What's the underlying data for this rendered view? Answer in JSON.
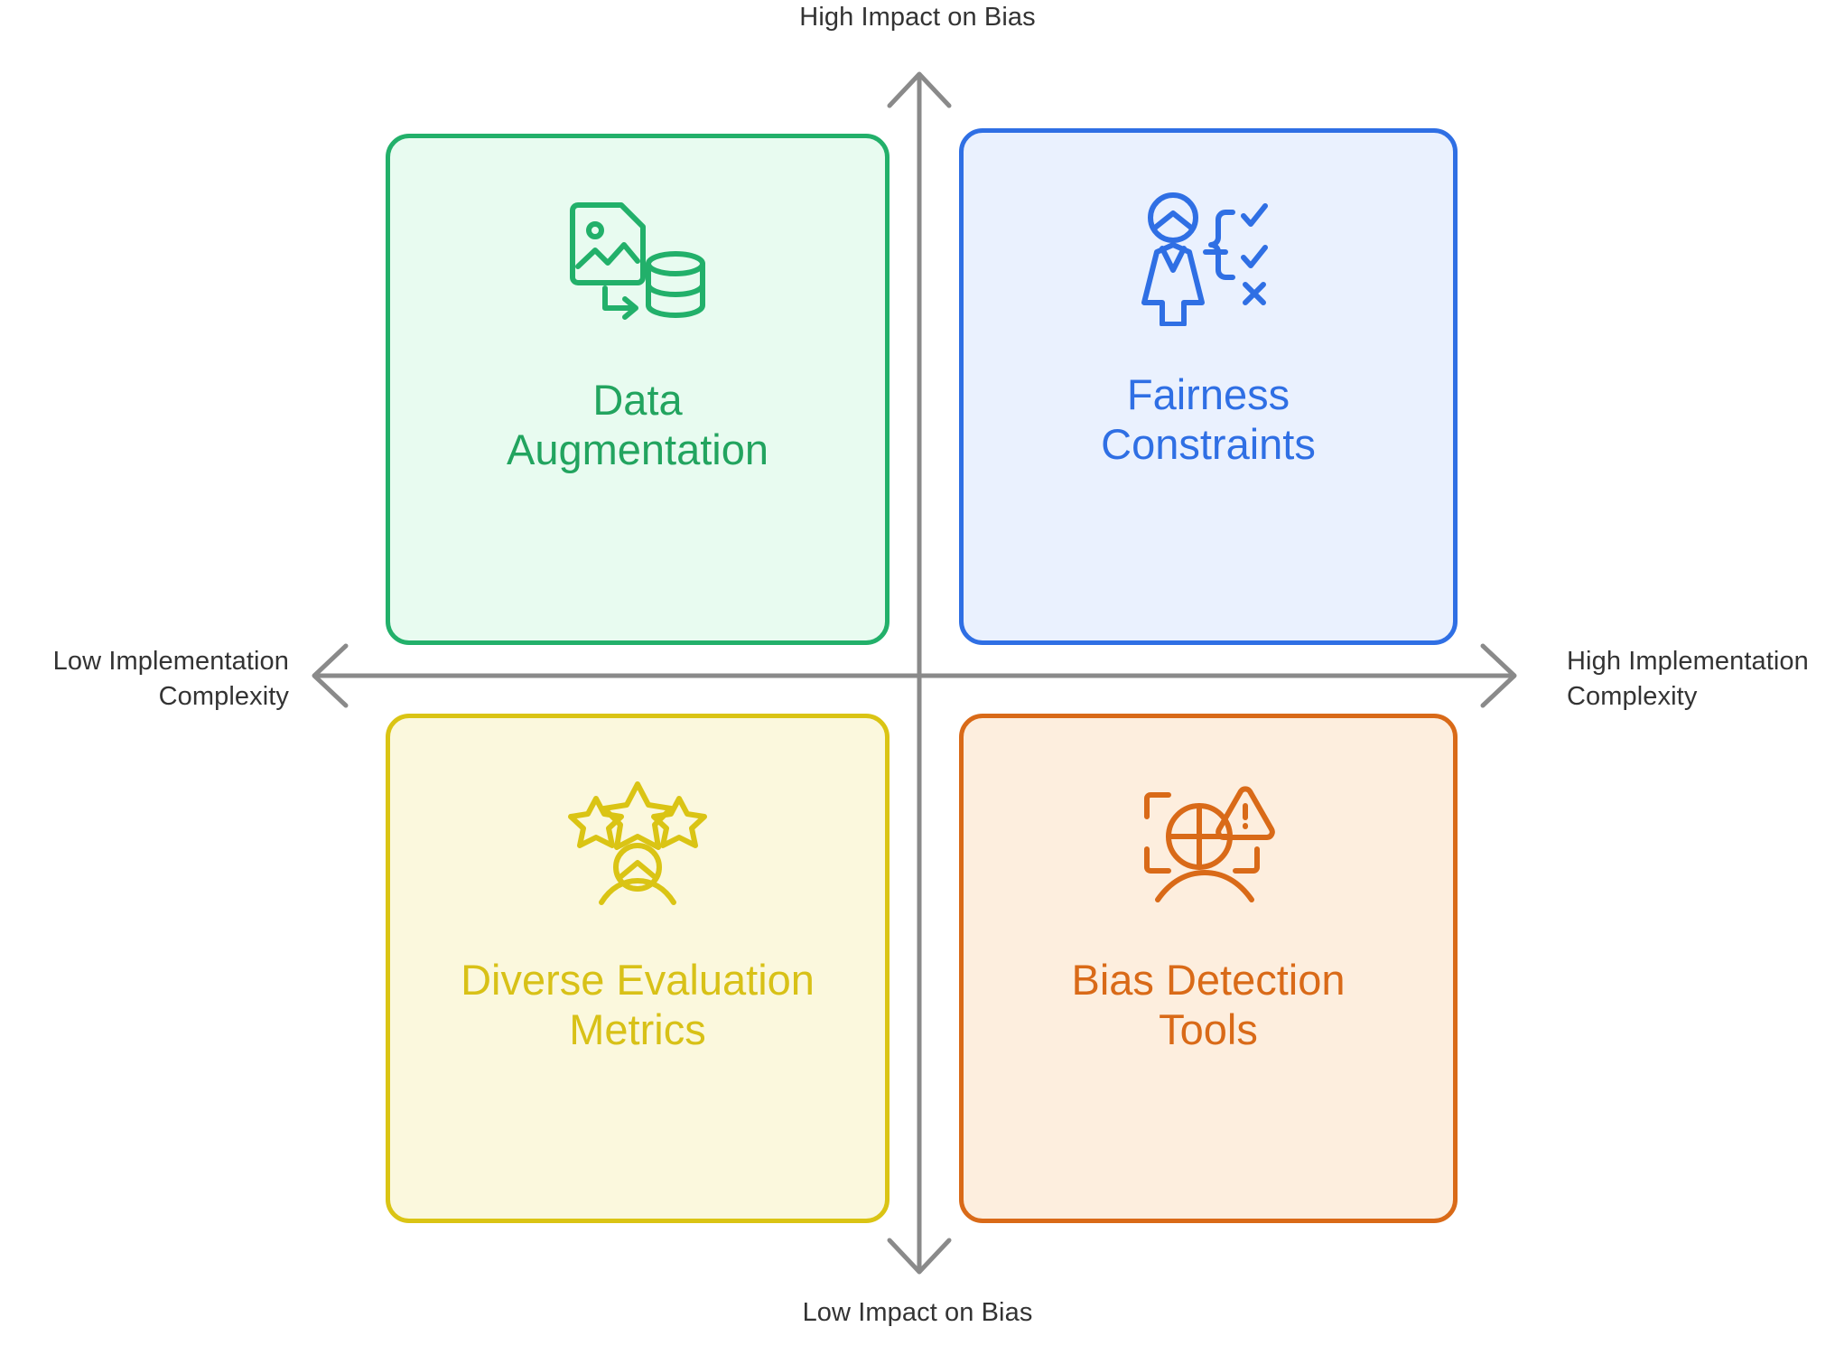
{
  "diagram": {
    "type": "2x2-quadrant-matrix",
    "axes": {
      "vertical": {
        "top_label": "High Impact on Bias",
        "bottom_label": "Low Impact on Bias",
        "color": "#8a8a8a"
      },
      "horizontal": {
        "left_label": "Low Implementation\nComplexity",
        "right_label": "High Implementation\nComplexity",
        "color": "#8a8a8a"
      }
    },
    "quadrants": [
      {
        "id": "top-left",
        "title": "Data\nAugmentation",
        "icon": "image-file-to-database-icon",
        "position": "Low Implementation Complexity / High Impact on Bias",
        "border_color": "#22b06a",
        "fill_color": "#e8fbf0",
        "text_color": "#22a45f"
      },
      {
        "id": "top-right",
        "title": "Fairness\nConstraints",
        "icon": "person-with-checklist-icon",
        "position": "High Implementation Complexity / High Impact on Bias",
        "border_color": "#2f6fe4",
        "fill_color": "#eaf1fe",
        "text_color": "#2f6fe4"
      },
      {
        "id": "bottom-left",
        "title": "Diverse Evaluation\nMetrics",
        "icon": "three-stars-person-rating-icon",
        "position": "Low Implementation Complexity / Low Impact on Bias",
        "border_color": "#dac414",
        "fill_color": "#fbf8dd",
        "text_color": "#d8c117"
      },
      {
        "id": "bottom-right",
        "title": "Bias Detection\nTools",
        "icon": "face-scan-warning-icon",
        "position": "High Implementation Complexity / Low Impact on Bias",
        "border_color": "#d96a18",
        "fill_color": "#fdeede",
        "text_color": "#d96a18"
      }
    ]
  }
}
